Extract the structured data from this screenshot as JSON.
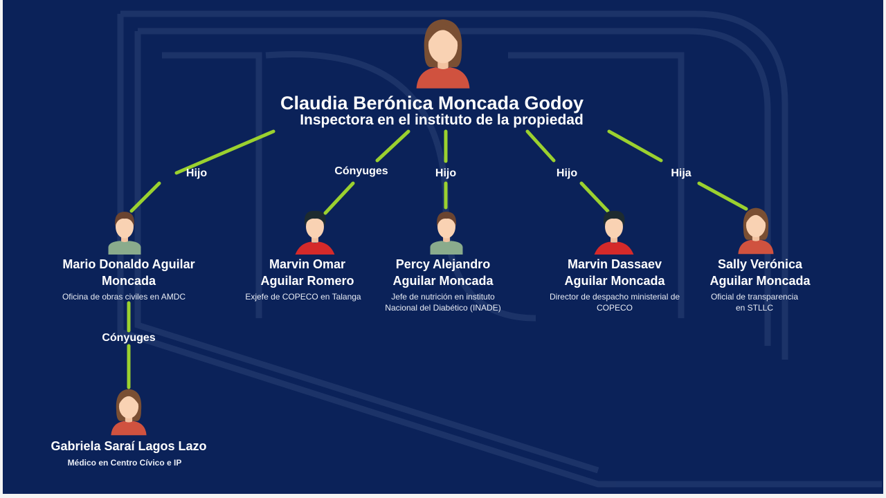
{
  "colors": {
    "background": "#0b2259",
    "connector": "#9bd12f",
    "woman_shirt": "#d0523f",
    "boy_shirt": "#8aab8c",
    "man_shirt": "#d52a2a"
  },
  "root": {
    "name": "Claudia Berónica Moncada Godoy",
    "role": "Inspectora en el instituto de la propiedad",
    "avatar": "woman-avatar-icon"
  },
  "relations": {
    "r1": "Hijo",
    "r2": "Cónyuges",
    "r3": "Hijo",
    "r4": "Hijo",
    "r5": "Hija",
    "r6": "Cónyuges"
  },
  "people": [
    {
      "name_1": "Mario Donaldo Aguilar",
      "name_2": "Moncada",
      "desc_1": "Oficina de obras civiles en AMDC",
      "desc_2": "",
      "avatar": "boy-avatar-icon"
    },
    {
      "name_1": "Marvin Omar",
      "name_2": "Aguilar Romero",
      "desc_1": "Exjefe de COPECO en Talanga",
      "desc_2": "",
      "avatar": "man-avatar-icon"
    },
    {
      "name_1": "Percy Alejandro",
      "name_2": "Aguilar Moncada",
      "desc_1": "Jefe de nutrición en instituto",
      "desc_2": "Nacional del Diabético (INADE)",
      "avatar": "boy-avatar-icon"
    },
    {
      "name_1": "Marvin Dassaev",
      "name_2": "Aguilar Moncada",
      "desc_1": "Director de despacho ministerial de",
      "desc_2": "COPECO",
      "avatar": "man-avatar-icon"
    },
    {
      "name_1": "Sally Verónica",
      "name_2": "Aguilar Moncada",
      "desc_1": "Oficial de transparencia",
      "desc_2": "en STLLC",
      "avatar": "woman-avatar-icon"
    },
    {
      "name_1": "Gabriela Saraí Lagos Lazo",
      "name_2": "",
      "desc_1": "Médico en Centro Cívico e IP",
      "desc_2": "",
      "avatar": "woman-avatar-icon"
    }
  ]
}
